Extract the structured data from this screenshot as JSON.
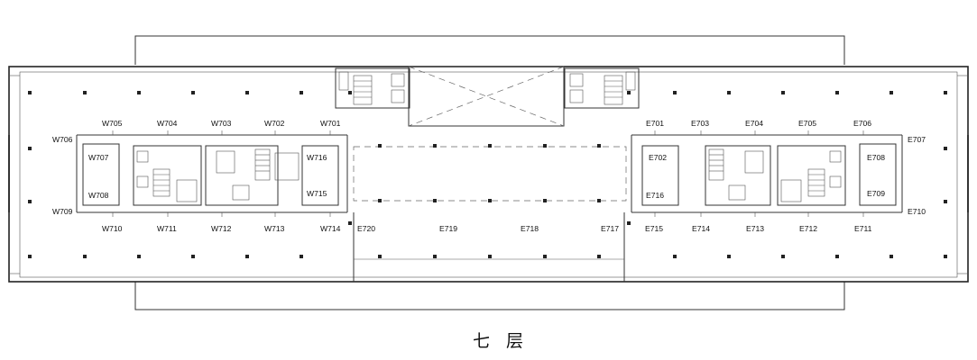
{
  "title": "七 层",
  "west_labels": {
    "upper": [
      "W705",
      "W704",
      "W703",
      "W702",
      "W701"
    ],
    "left_top": "W706",
    "left_bottom": "W709",
    "inner_left_top": "W707",
    "inner_left_bottom": "W708",
    "inner_right_top": "W716",
    "inner_right_bottom": "W715",
    "lower": [
      "W710",
      "W711",
      "W712",
      "W713",
      "W714"
    ]
  },
  "east_labels": {
    "upper": [
      "E701",
      "E703",
      "E704",
      "E705",
      "E706"
    ],
    "right_top": "E707",
    "right_bottom": "E710",
    "inner_left_top": "E702",
    "inner_left_bottom": "E716",
    "inner_right_top": "E708",
    "inner_right_bottom": "E709",
    "lower": [
      "E715",
      "E714",
      "E713",
      "E712",
      "E711"
    ]
  },
  "center_labels": [
    "E720",
    "E719",
    "E718",
    "E717"
  ]
}
